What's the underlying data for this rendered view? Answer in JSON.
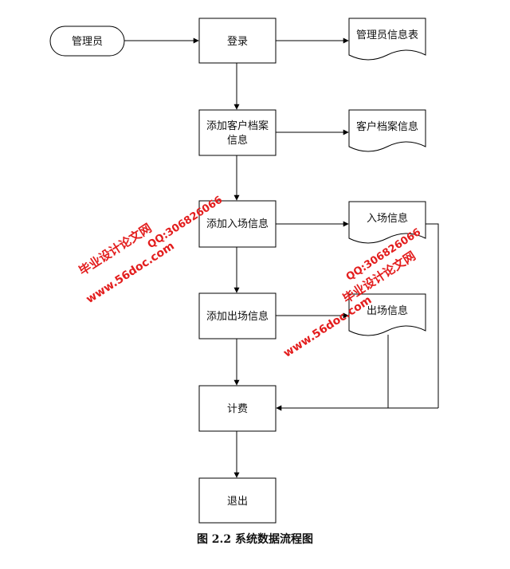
{
  "diagram": {
    "nodes": {
      "admin": "管理员",
      "login": "登录",
      "admin_table": "管理员信息表",
      "add_customer_line1": "添加客户档案",
      "add_customer_line2": "信息",
      "customer_info": "客户档案信息",
      "add_entry": "添加入场信息",
      "entry_info": "入场信息",
      "add_exit": "添加出场信息",
      "exit_info": "出场信息",
      "billing": "计费",
      "logout": "退出"
    },
    "caption": "图 2.2  系统数据流程图"
  },
  "watermark": {
    "line_site_name": "毕业设计论文网",
    "line_qq": "QQ:306826066",
    "line_url": "www.56doc.com",
    "color": "#e31d1d"
  }
}
